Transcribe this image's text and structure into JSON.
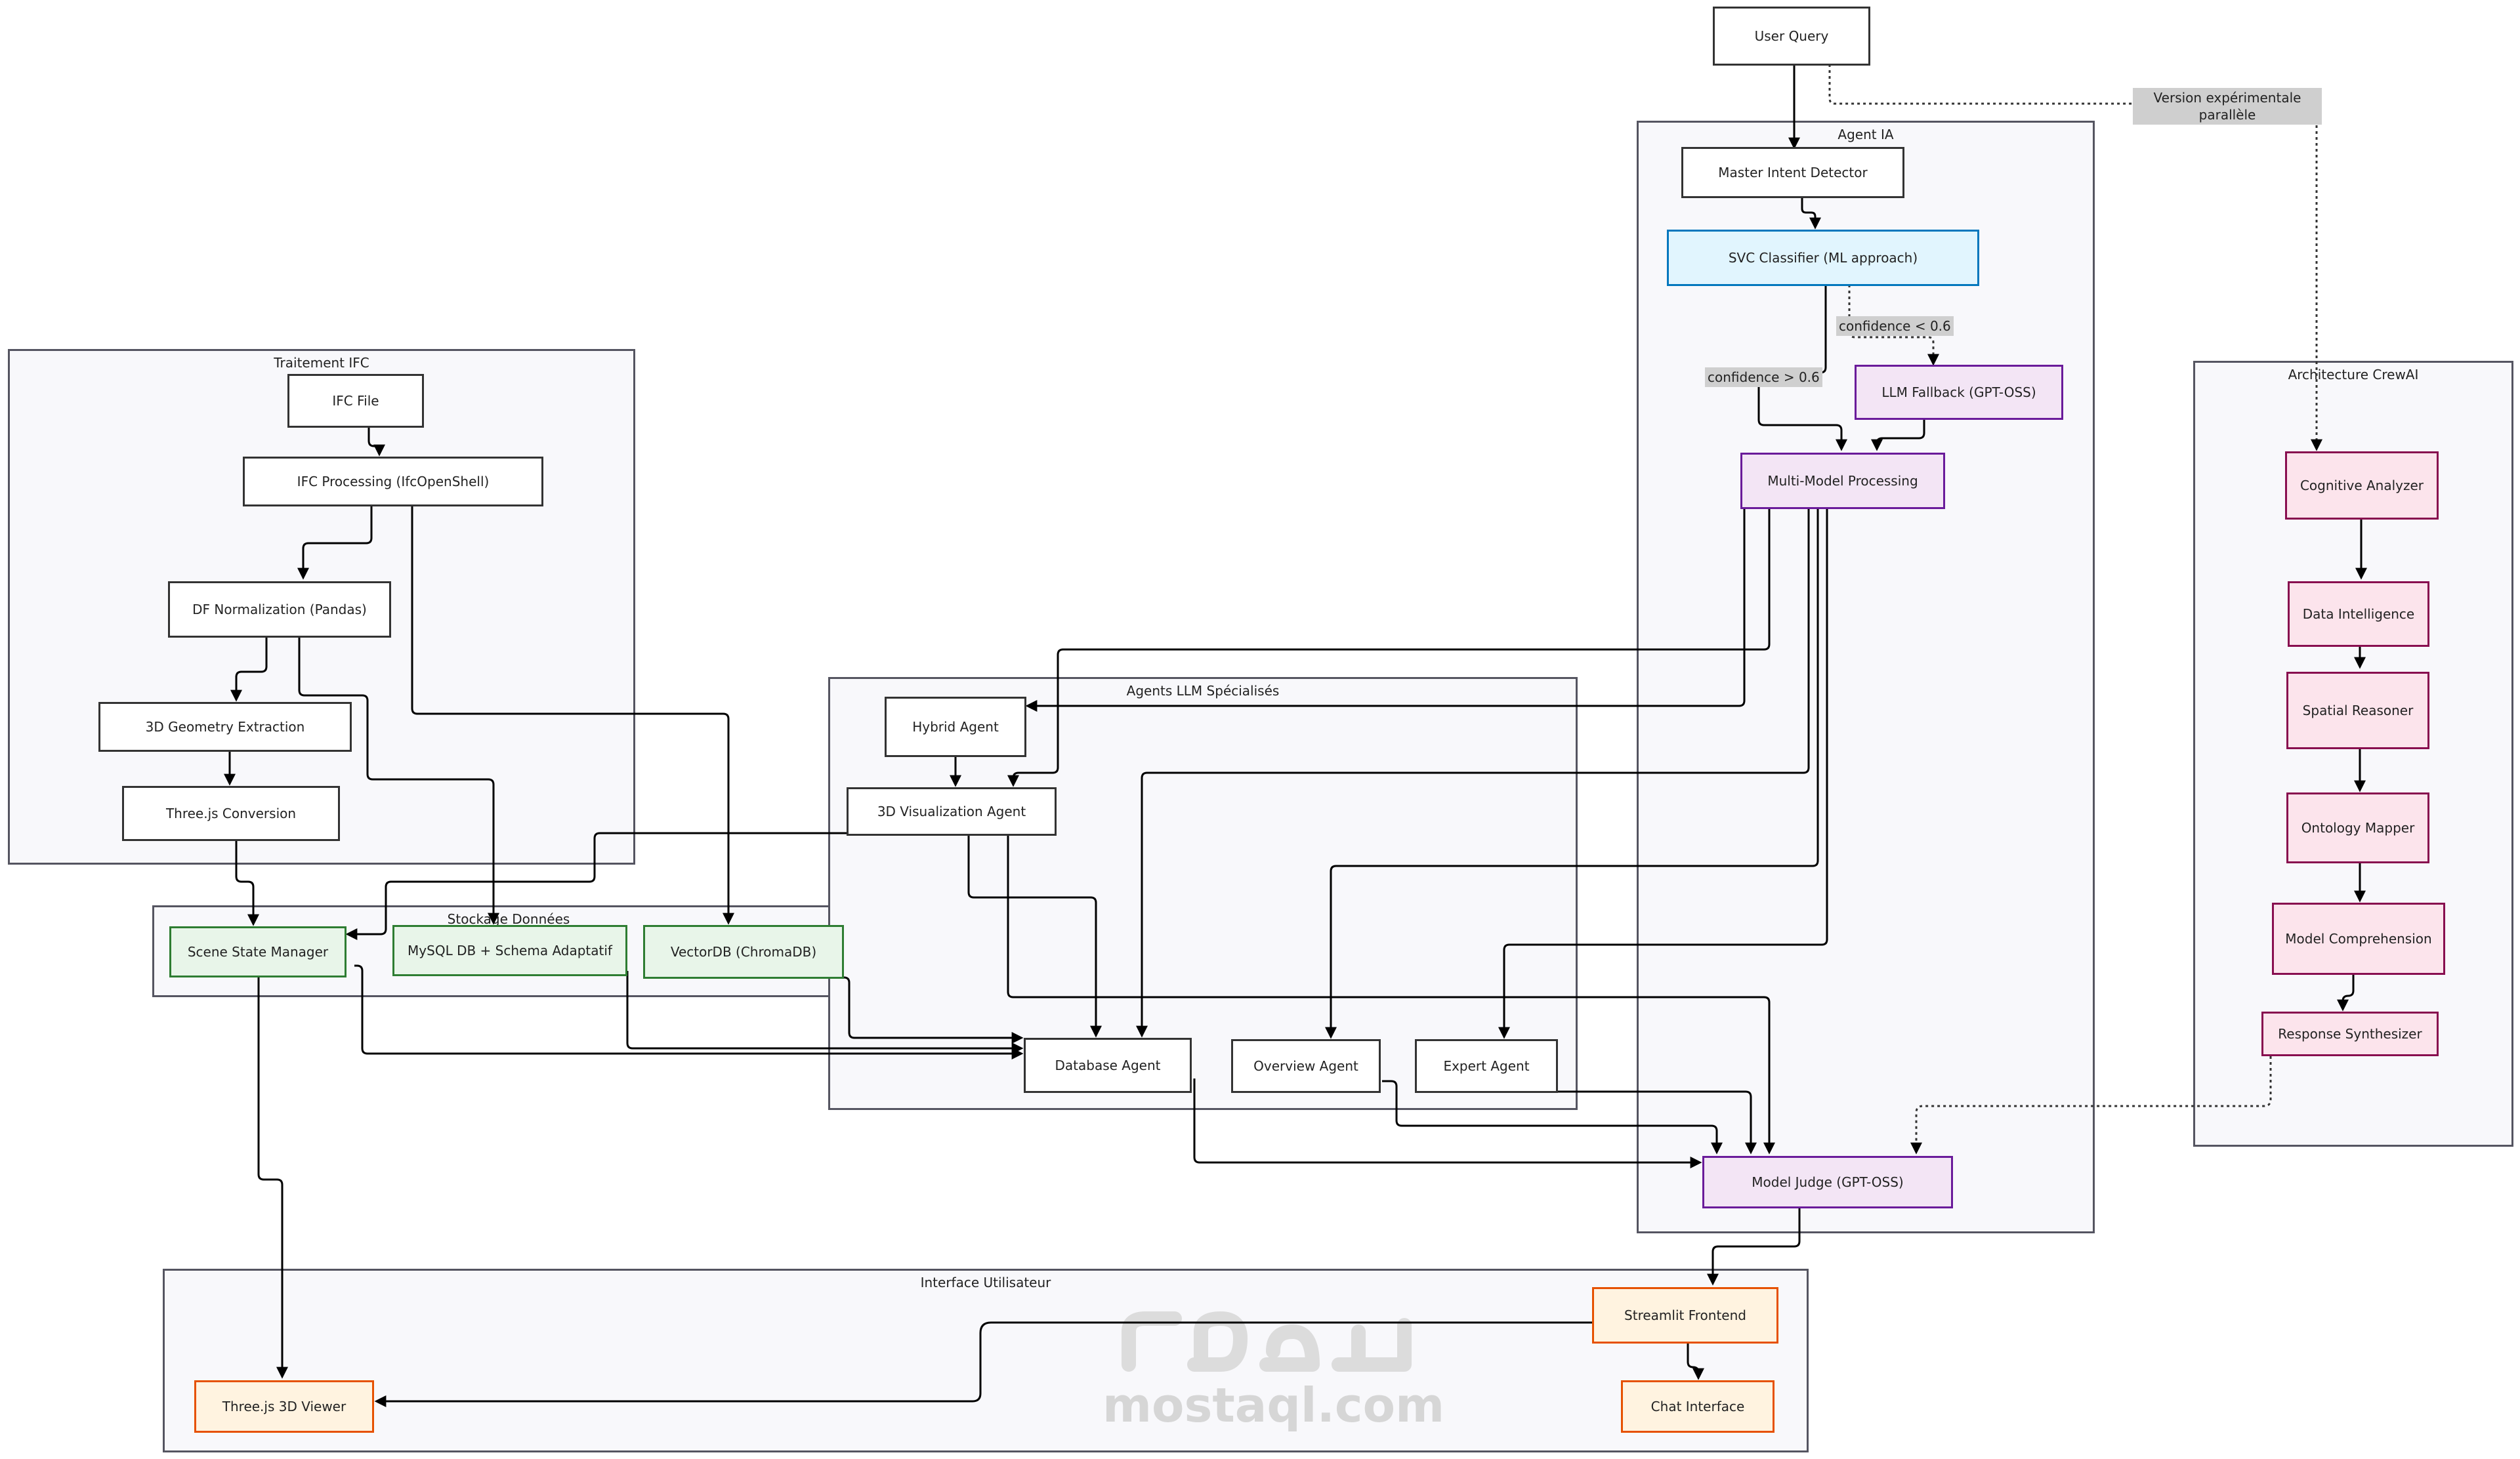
{
  "clusters": {
    "ifc": "Traitement IFC",
    "stockage": "Stockage Données",
    "agents_llm": "Agents LLM Spécialisés",
    "agent_ia": "Agent IA",
    "crewai": "Architecture CrewAI",
    "ui": "Interface Utilisateur"
  },
  "nodes": {
    "user_query": "User Query",
    "master_intent": "Master Intent Detector",
    "svc": "SVC Classifier (ML approach)",
    "llm_fallback": "LLM Fallback (GPT-OSS)",
    "multi_model": "Multi-Model Processing",
    "ifc_file": "IFC File",
    "ifc_processing": "IFC Processing (IfcOpenShell)",
    "df_norm": "DF Normalization (Pandas)",
    "geometry": "3D Geometry Extraction",
    "threejs_conv": "Three.js Conversion",
    "scene_state": "Scene State Manager",
    "mysql": "MySQL DB + Schema Adaptatif",
    "vectordb": "VectorDB (ChromaDB)",
    "hybrid": "Hybrid Agent",
    "viz3d": "3D Visualization Agent",
    "database_agent": "Database Agent",
    "overview": "Overview Agent",
    "expert": "Expert Agent",
    "judge": "Model Judge (GPT-OSS)",
    "cognitive": "Cognitive Analyzer",
    "data_intel": "Data Intelligence",
    "spatial": "Spatial Reasoner",
    "ontology": "Ontology Mapper",
    "model_comp": "Model Comprehension",
    "response_synth": "Response Synthesizer",
    "streamlit": "Streamlit Frontend",
    "chat": "Chat Interface",
    "viewer": "Three.js 3D Viewer"
  },
  "edge_labels": {
    "version_exp": "Version expérimentale parallèle",
    "conf_low": "confidence < 0.6",
    "conf_high": "confidence > 0.6"
  },
  "watermark": {
    "latin": "mostaql.com"
  },
  "colors": {
    "stroke": "#000000",
    "white_node": "#ffffff",
    "blue_node": "#e1f5fe",
    "purple_node": "#f3e5f5",
    "green_node": "#e8f5e9",
    "pink_node": "#fce4ec",
    "orange_node": "#fff3e0",
    "cluster_fill": "#f8f8fb",
    "label_bg": "#cfcfcf"
  }
}
